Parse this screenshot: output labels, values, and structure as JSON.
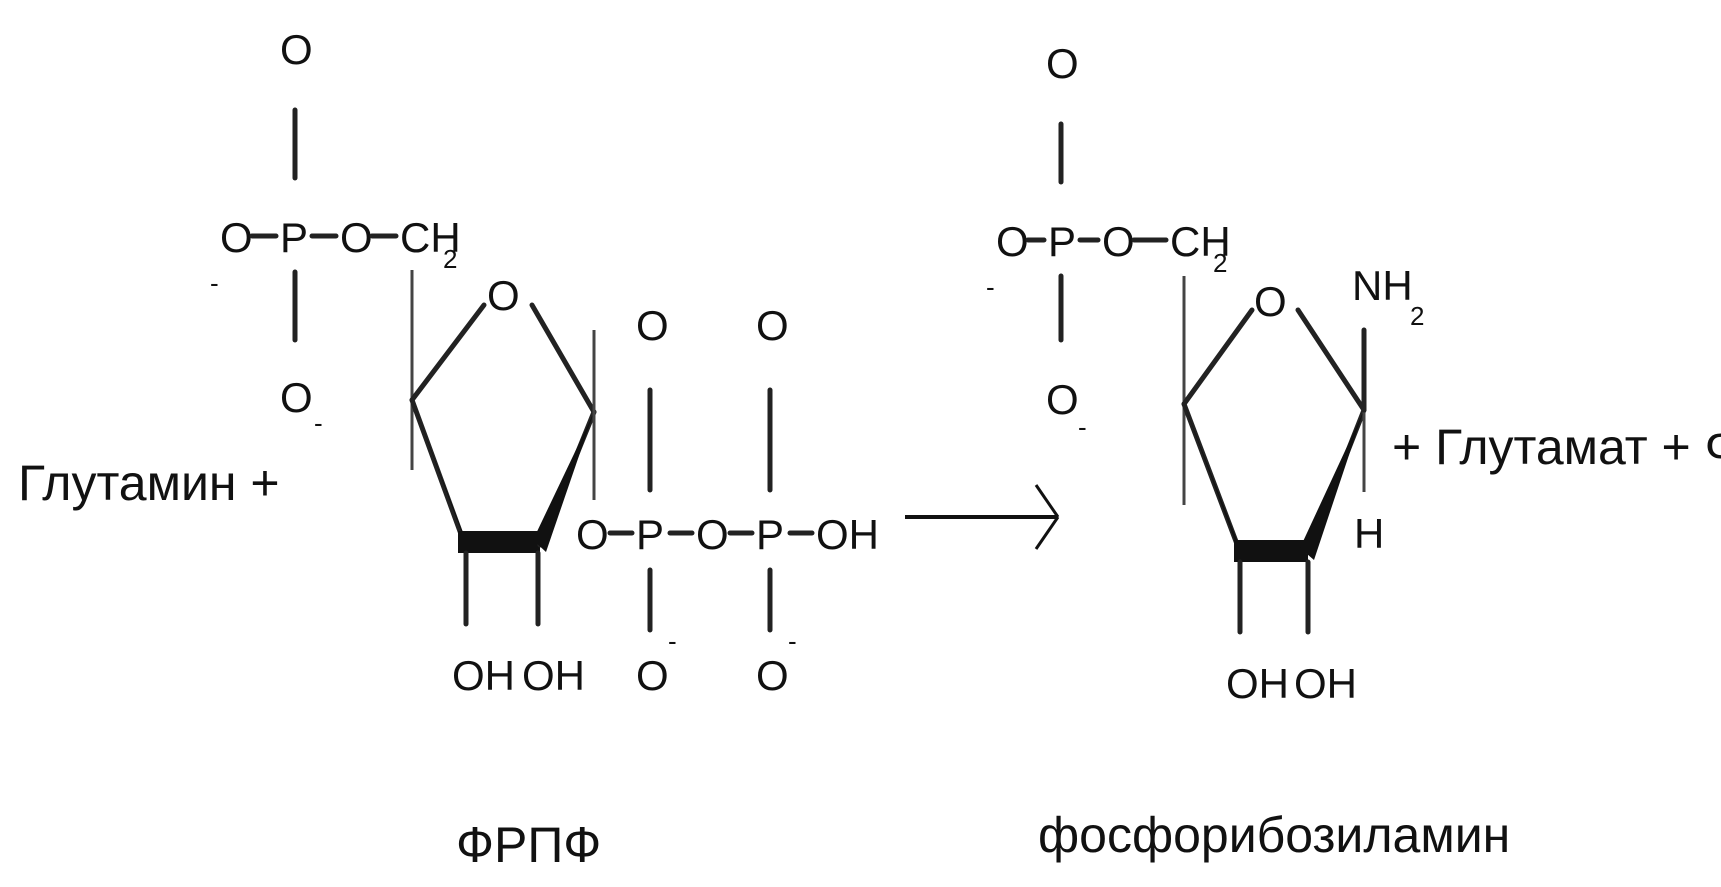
{
  "reactant_left": "Глутамин +",
  "products_right": "+ Глутамат + ФФн",
  "substrate_name": "ФРПФ",
  "product_name": "фосфорибозиламин",
  "atoms": {
    "O": "O",
    "P": "P",
    "C": "CH",
    "two": "2",
    "OH": "OH",
    "N": "NH",
    "H": "H",
    "minus": "-"
  }
}
